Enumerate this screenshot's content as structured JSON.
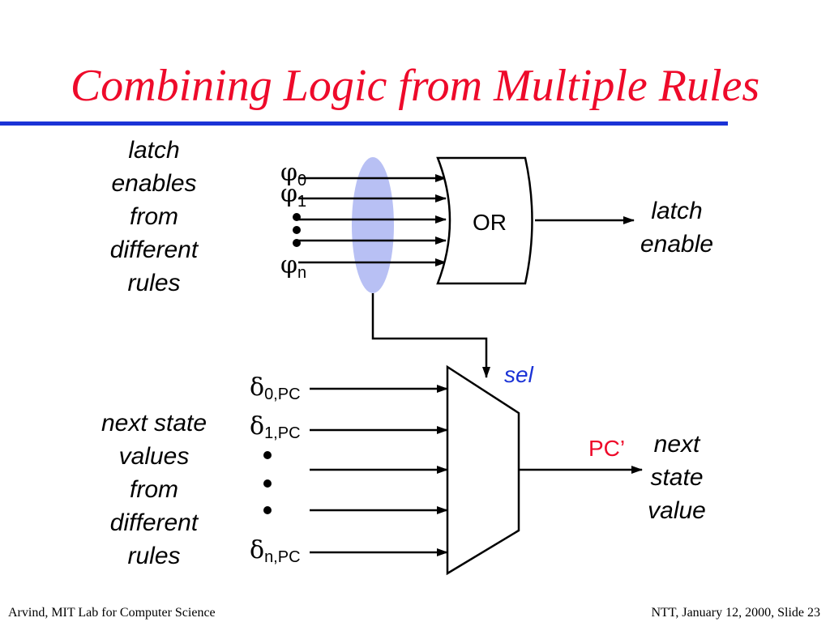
{
  "slide": {
    "title": "Combining Logic from Multiple Rules",
    "left_top_label": [
      "latch",
      "enables",
      "from",
      "different",
      "rules"
    ],
    "left_bottom_label": [
      "next state",
      "values",
      "from",
      "different",
      "rules"
    ],
    "right_top_label": [
      "latch",
      "enable"
    ],
    "right_bottom_label": [
      "next",
      "state",
      "value"
    ],
    "gate_label": "OR",
    "sel_label": "sel",
    "pc_label": "PC’",
    "phi_inputs": [
      {
        "symbol": "φ",
        "sub": "0"
      },
      {
        "symbol": "φ",
        "sub": "1"
      },
      {
        "symbol": "φ",
        "sub": "n"
      }
    ],
    "delta_inputs": [
      {
        "symbol": "δ",
        "sub": "0,PC"
      },
      {
        "symbol": "δ",
        "sub": "1,PC"
      },
      {
        "symbol": "δ",
        "sub": "n,PC"
      }
    ],
    "footer_left": "Arvind, MIT Lab for Computer Science",
    "footer_right": "NTT, January 12, 2000, Slide 23",
    "colors": {
      "title": "#ee0a2a",
      "rule": "#1b33d6",
      "ellipse": "#b8c0f4",
      "sel": "#1b33d6",
      "pc": "#ee0a2a"
    }
  }
}
